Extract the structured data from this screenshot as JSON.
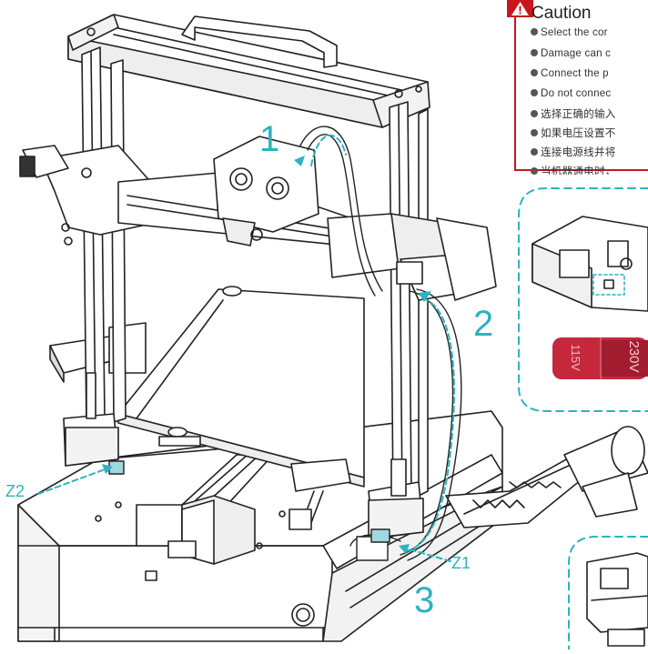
{
  "caution": {
    "title": "Caution",
    "lines": [
      "Select the cor",
      "Damage can c",
      "Connect the p",
      "Do not connec",
      "选择正确的输入",
      "如果电压设置不",
      "连接电源线并将",
      "当机器通电时，"
    ]
  },
  "callouts": {
    "step1": "1",
    "step2": "2",
    "step3": "3",
    "z1": "Z1",
    "z2": "Z2"
  },
  "switch": {
    "label_115": "115V",
    "label_230": "230V"
  },
  "colors": {
    "accent": "#2bb3c0",
    "warning": "#c8161d",
    "line": "#222222",
    "switch_red": "#c4283a"
  }
}
